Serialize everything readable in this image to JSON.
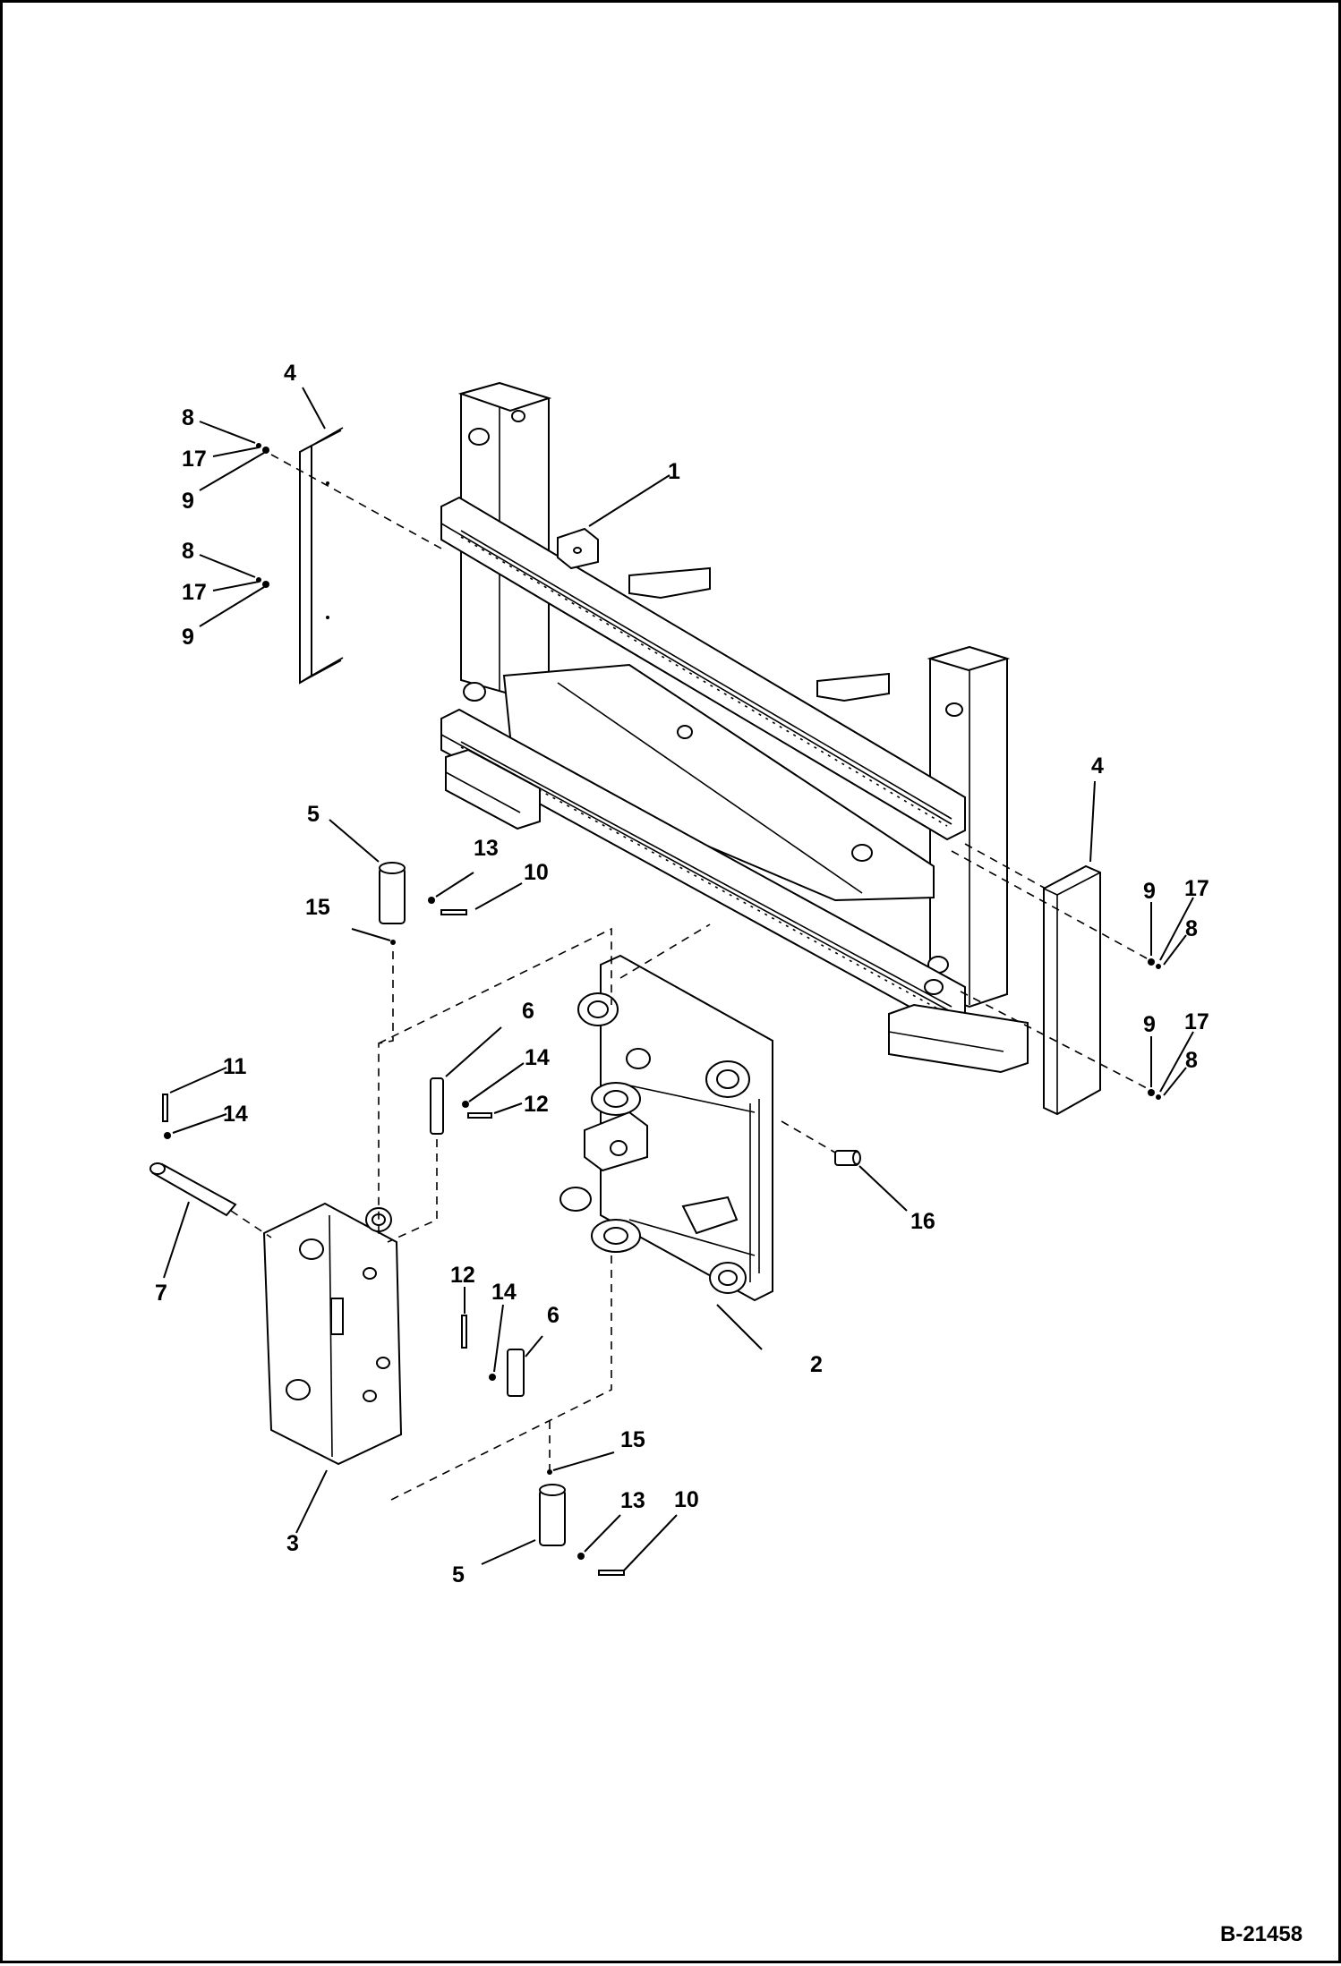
{
  "diagram": {
    "reference_code": "B-21458",
    "callouts": [
      {
        "id": "c1",
        "text": "1"
      },
      {
        "id": "c2",
        "text": "2"
      },
      {
        "id": "c3",
        "text": "3"
      },
      {
        "id": "c4a",
        "text": "4"
      },
      {
        "id": "c4b",
        "text": "4"
      },
      {
        "id": "c5a",
        "text": "5"
      },
      {
        "id": "c5b",
        "text": "5"
      },
      {
        "id": "c6a",
        "text": "6"
      },
      {
        "id": "c6b",
        "text": "6"
      },
      {
        "id": "c7",
        "text": "7"
      },
      {
        "id": "c8a",
        "text": "8"
      },
      {
        "id": "c8b",
        "text": "8"
      },
      {
        "id": "c8c",
        "text": "8"
      },
      {
        "id": "c8d",
        "text": "8"
      },
      {
        "id": "c9a",
        "text": "9"
      },
      {
        "id": "c9b",
        "text": "9"
      },
      {
        "id": "c9c",
        "text": "9"
      },
      {
        "id": "c9d",
        "text": "9"
      },
      {
        "id": "c10a",
        "text": "10"
      },
      {
        "id": "c10b",
        "text": "10"
      },
      {
        "id": "c11",
        "text": "11"
      },
      {
        "id": "c12a",
        "text": "12"
      },
      {
        "id": "c12b",
        "text": "12"
      },
      {
        "id": "c13a",
        "text": "13"
      },
      {
        "id": "c13b",
        "text": "13"
      },
      {
        "id": "c14a",
        "text": "14"
      },
      {
        "id": "c14b",
        "text": "14"
      },
      {
        "id": "c14c",
        "text": "14"
      },
      {
        "id": "c15a",
        "text": "15"
      },
      {
        "id": "c15b",
        "text": "15"
      },
      {
        "id": "c16",
        "text": "16"
      },
      {
        "id": "c17a",
        "text": "17"
      },
      {
        "id": "c17b",
        "text": "17"
      },
      {
        "id": "c17c",
        "text": "17"
      },
      {
        "id": "c17d",
        "text": "17"
      }
    ]
  }
}
